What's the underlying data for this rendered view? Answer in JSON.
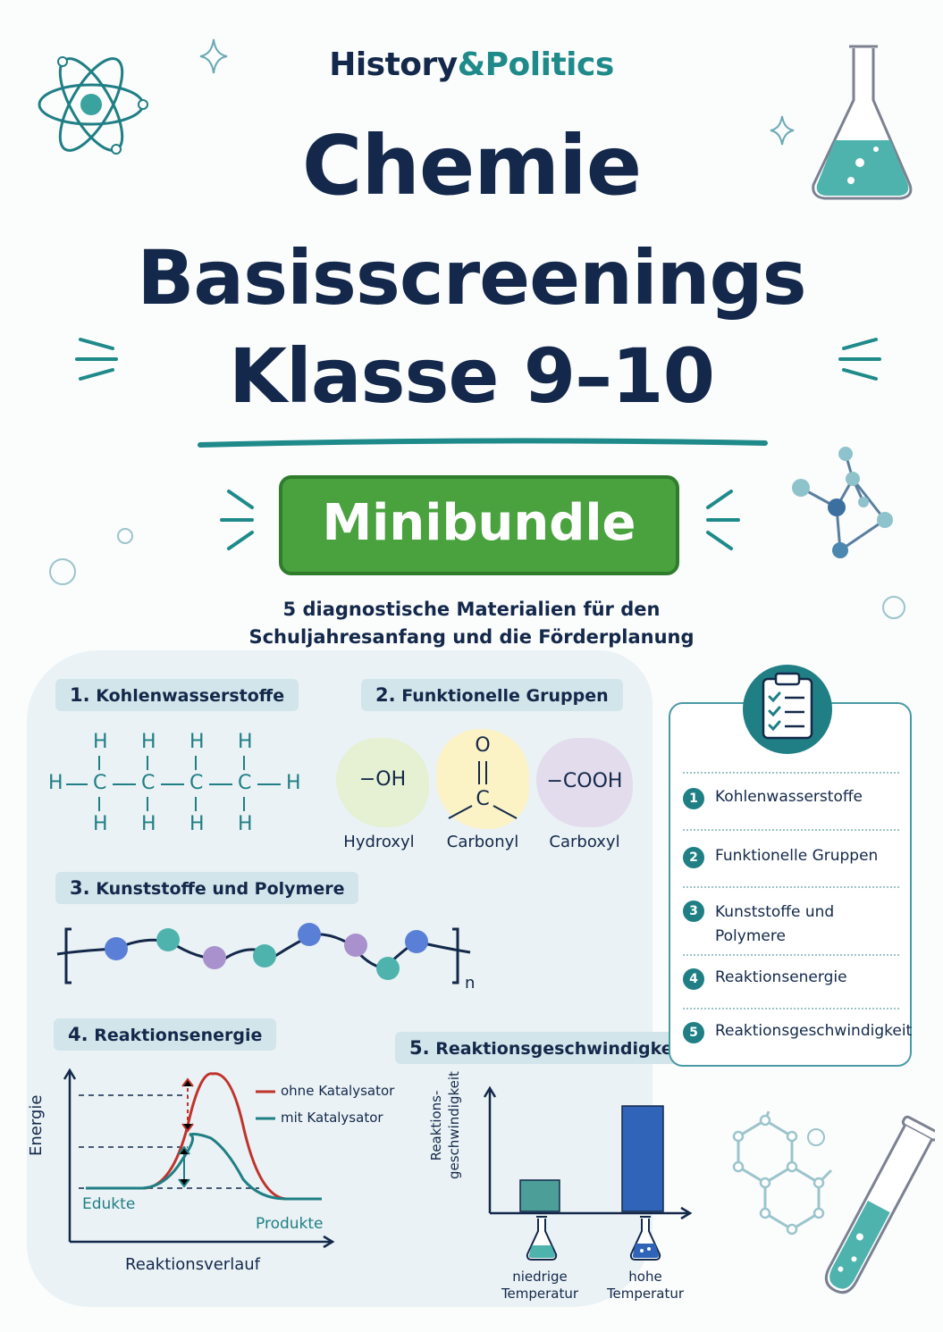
{
  "brand": {
    "part1": "History",
    "amp": "&",
    "part2": "Politics"
  },
  "title": {
    "line1": "Chemie",
    "line2": "Basisscreenings",
    "line3": "Klasse 9–10"
  },
  "badge": "Minibundle",
  "subtitle": {
    "line1": "5 diagnostische Materialien für den",
    "line2": "Schuljahresanfang und die Förderplanung"
  },
  "sections": {
    "s1": {
      "num": "1.",
      "label": "Kohlenwasserstoffe"
    },
    "s2": {
      "num": "2.",
      "label": "Funktionelle Gruppen"
    },
    "s3": {
      "num": "3.",
      "label": "Kunststoffe und Polymere"
    },
    "s4": {
      "num": "4.",
      "label": "Reaktionsenergie"
    },
    "s5": {
      "num": "5.",
      "label": "Reaktionsgeschwindigkeit"
    }
  },
  "hydrocarbon": {
    "h": "H",
    "c": "C"
  },
  "groups": [
    {
      "formula": "−OH",
      "name": "Hydroxyl",
      "color": "#e6f0d3"
    },
    {
      "formula": "C",
      "top": "O",
      "name": "Carbonyl",
      "color": "#fbf3c6"
    },
    {
      "formula": "−COOH",
      "name": "Carboxyl",
      "color": "#e3dced"
    }
  ],
  "polymer": {
    "subscript": "n"
  },
  "energy": {
    "legend": [
      "ohne Katalysator",
      "mit Katalysator"
    ],
    "ylabel": "Energie",
    "xlabel": "Reaktionsverlauf",
    "left": "Edukte",
    "right": "Produkte",
    "colors": {
      "without": "#c0332b",
      "with": "#1f7f84"
    }
  },
  "rate": {
    "ylabel1": "Reaktions-",
    "ylabel2": "geschwindigkeit",
    "bars": [
      {
        "label1": "niedrige",
        "label2": "Temperatur",
        "value": 0.3,
        "color": "#4b9f98"
      },
      {
        "label1": "hohe",
        "label2": "Temperatur",
        "value": 1.0,
        "color": "#2f64b8"
      }
    ]
  },
  "card_items": [
    {
      "num": "1",
      "label": "Kohlenwasserstoffe"
    },
    {
      "num": "2",
      "label": "Funktionelle Gruppen"
    },
    {
      "num": "3",
      "label": "Kunststoffe und Polymere"
    },
    {
      "num": "4",
      "label": "Reaktionsenergie"
    },
    {
      "num": "5",
      "label": "Reaktionsgeschwindigkeit"
    }
  ]
}
